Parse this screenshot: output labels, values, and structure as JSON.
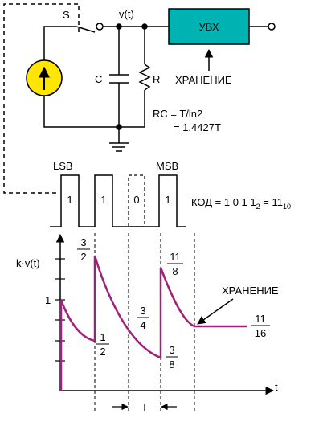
{
  "circuit": {
    "switch_label": "S",
    "node_label": "v(t)",
    "capacitor_label": "C",
    "resistor_label": "R",
    "sample_hold_label": "УВХ",
    "hold_control_label": "ХРАНЕНИЕ",
    "rc_line1": "RC = T/ln2",
    "rc_line2": "= 1.4427T",
    "colors": {
      "box_fill": "#00B3B3",
      "source_fill": "#FFE600",
      "trace": "#A0207A"
    },
    "icons": [
      "current-source-icon",
      "switch-icon",
      "ground-icon",
      "resistor-icon",
      "capacitor-icon",
      "arrow-icon"
    ]
  },
  "code": {
    "lsb_label": "LSB",
    "msb_label": "MSB",
    "bits": [
      "1",
      "1",
      "0",
      "1"
    ],
    "formula_prefix": "КОД = 1 0 1 1",
    "formula_sub1": "2",
    "formula_mid": " = 11",
    "formula_sub2": "10"
  },
  "graph": {
    "ylabel": "k·v(t)",
    "xlabel": "t",
    "y_tick_1": "1",
    "period_label": "T",
    "hold_label": "ХРАНЕНИЕ",
    "fractions": [
      {
        "num": "3",
        "den": "2"
      },
      {
        "num": "1",
        "den": "2"
      },
      {
        "num": "3",
        "den": "4"
      },
      {
        "num": "11",
        "den": "8"
      },
      {
        "num": "3",
        "den": "8"
      },
      {
        "num": "11",
        "den": "16"
      }
    ]
  }
}
